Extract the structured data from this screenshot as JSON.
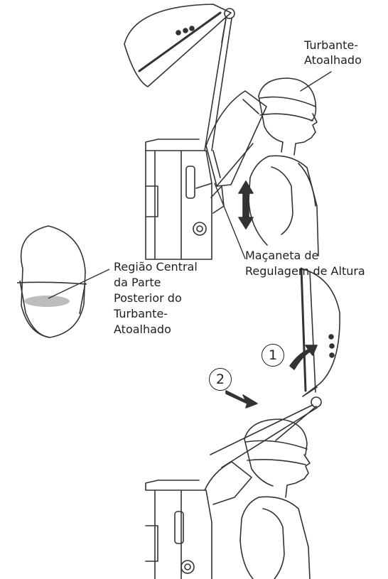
{
  "labels": {
    "turban_line1": "Turbante-",
    "turban_line2": "Atoalhado",
    "handle_line1": "Maçaneta de",
    "handle_line2": "Regulagem de Altura",
    "center_line1": "Região Central",
    "center_line2": "da Parte",
    "center_line3": "Posterior do",
    "center_line4": "Turbante-",
    "center_line5": "Atoalhado"
  },
  "steps": {
    "step1": "1",
    "step2": "2"
  },
  "colors": {
    "line": "#333333",
    "highlight": "#bdbdbd",
    "text": "#1f1f1f"
  }
}
